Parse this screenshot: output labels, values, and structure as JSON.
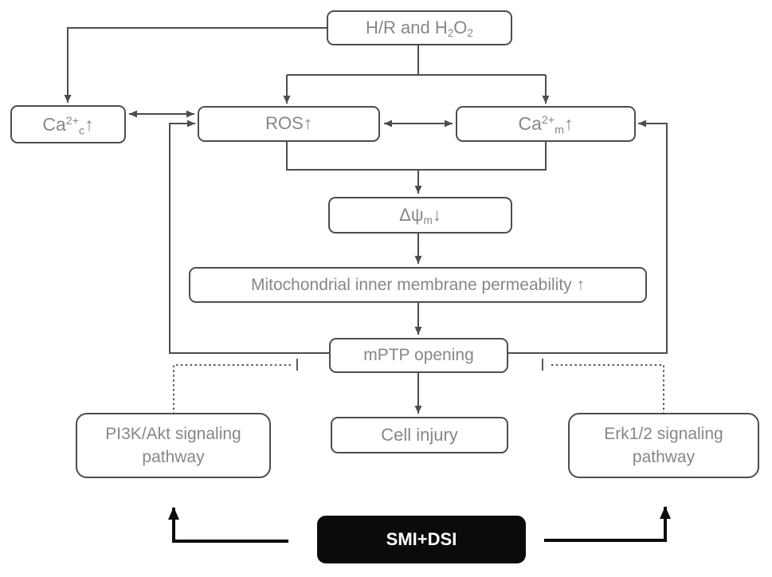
{
  "figure": {
    "type": "signaling-pathway-flowchart",
    "colors": {
      "background": "#ffffff",
      "line": "#4d4d4d",
      "node_border": "#4d4d4d",
      "node_text": "#878787",
      "highlight_box_bg": "#0b0b0b",
      "highlight_box_text": "#ffffff"
    }
  },
  "nodes": {
    "hr": {
      "t1": "H/R and H",
      "sub1": "2",
      "t2": "O",
      "sub2": "2"
    },
    "cac": {
      "t1": "Ca",
      "sup1": "2+",
      "sub1": "c",
      "t2": "↑"
    },
    "ros": {
      "label": "ROS↑"
    },
    "cam": {
      "t1": "Ca",
      "sup1": "2+",
      "sub1": "m",
      "t2": "↑"
    },
    "dpsi": {
      "t1": "Δψ",
      "sub1": "m",
      "t2": "↓"
    },
    "mito": {
      "label": "Mitochondrial inner membrane permeability ↑"
    },
    "mptp": {
      "label": "mPTP opening"
    },
    "cell": {
      "label": "Cell injury"
    },
    "pi3k": {
      "label": "PI3K/Akt signaling pathway"
    },
    "erk": {
      "label": "Erk1/2 signaling pathway"
    },
    "smi": {
      "label": "SMI+DSI"
    }
  },
  "edges": [
    {
      "from": "H/R and H2O2",
      "to": "Ca2+c",
      "type": "arrow"
    },
    {
      "from": "H/R and H2O2",
      "to": "ROS",
      "type": "arrow"
    },
    {
      "from": "H/R and H2O2",
      "to": "Ca2+m",
      "type": "arrow"
    },
    {
      "from": "Ca2+c",
      "to": "ROS",
      "type": "double-arrow"
    },
    {
      "from": "ROS",
      "to": "Ca2+m",
      "type": "double-arrow"
    },
    {
      "from": "ROS",
      "to": "Delta-psi-m",
      "type": "arrow"
    },
    {
      "from": "Ca2+m",
      "to": "Delta-psi-m",
      "type": "arrow"
    },
    {
      "from": "Delta-psi-m",
      "to": "Mitochondrial inner membrane permeability",
      "type": "arrow"
    },
    {
      "from": "Mitochondrial inner membrane permeability",
      "to": "mPTP opening",
      "type": "arrow"
    },
    {
      "from": "mPTP opening",
      "to": "Cell injury",
      "type": "arrow"
    },
    {
      "from": "mPTP opening",
      "to": "ROS",
      "type": "arrow-feedback"
    },
    {
      "from": "mPTP opening",
      "to": "Ca2+m",
      "type": "arrow-feedback"
    },
    {
      "from": "PI3K/Akt signaling pathway",
      "to": "mPTP opening",
      "type": "inhibition-dotted"
    },
    {
      "from": "Erk1/2 signaling pathway",
      "to": "mPTP opening",
      "type": "inhibition-dotted"
    },
    {
      "from": "SMI+DSI",
      "to": "PI3K/Akt signaling pathway",
      "type": "activation-bold"
    },
    {
      "from": "SMI+DSI",
      "to": "Erk1/2 signaling pathway",
      "type": "activation-bold"
    }
  ]
}
